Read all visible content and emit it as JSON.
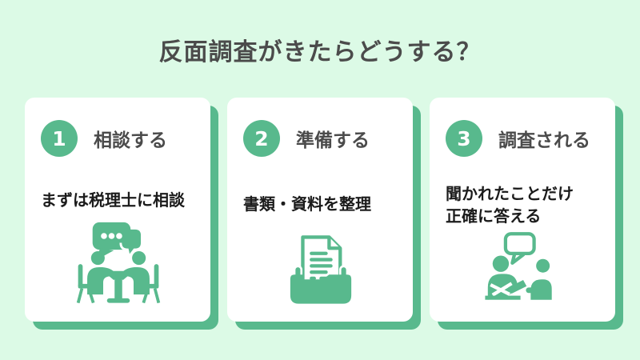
{
  "title": "反面調査がきたらどうする？",
  "colors": {
    "background": "#dcfae6",
    "accent": "#58b98d",
    "card_bg": "#ffffff",
    "heading_text": "#4b4b4b",
    "body_text": "#1b1b1b",
    "number_text": "#ffffff"
  },
  "cards": [
    {
      "number": "1",
      "heading": "相談する",
      "description": "まずは税理士に相談",
      "icon": "consultation-icon"
    },
    {
      "number": "2",
      "heading": "準備する",
      "description": "書類・資料を整理",
      "icon": "documents-folder-icon"
    },
    {
      "number": "3",
      "heading": "調査される",
      "description": "聞かれたことだけ\n正確に答える",
      "icon": "interview-icon"
    }
  ]
}
